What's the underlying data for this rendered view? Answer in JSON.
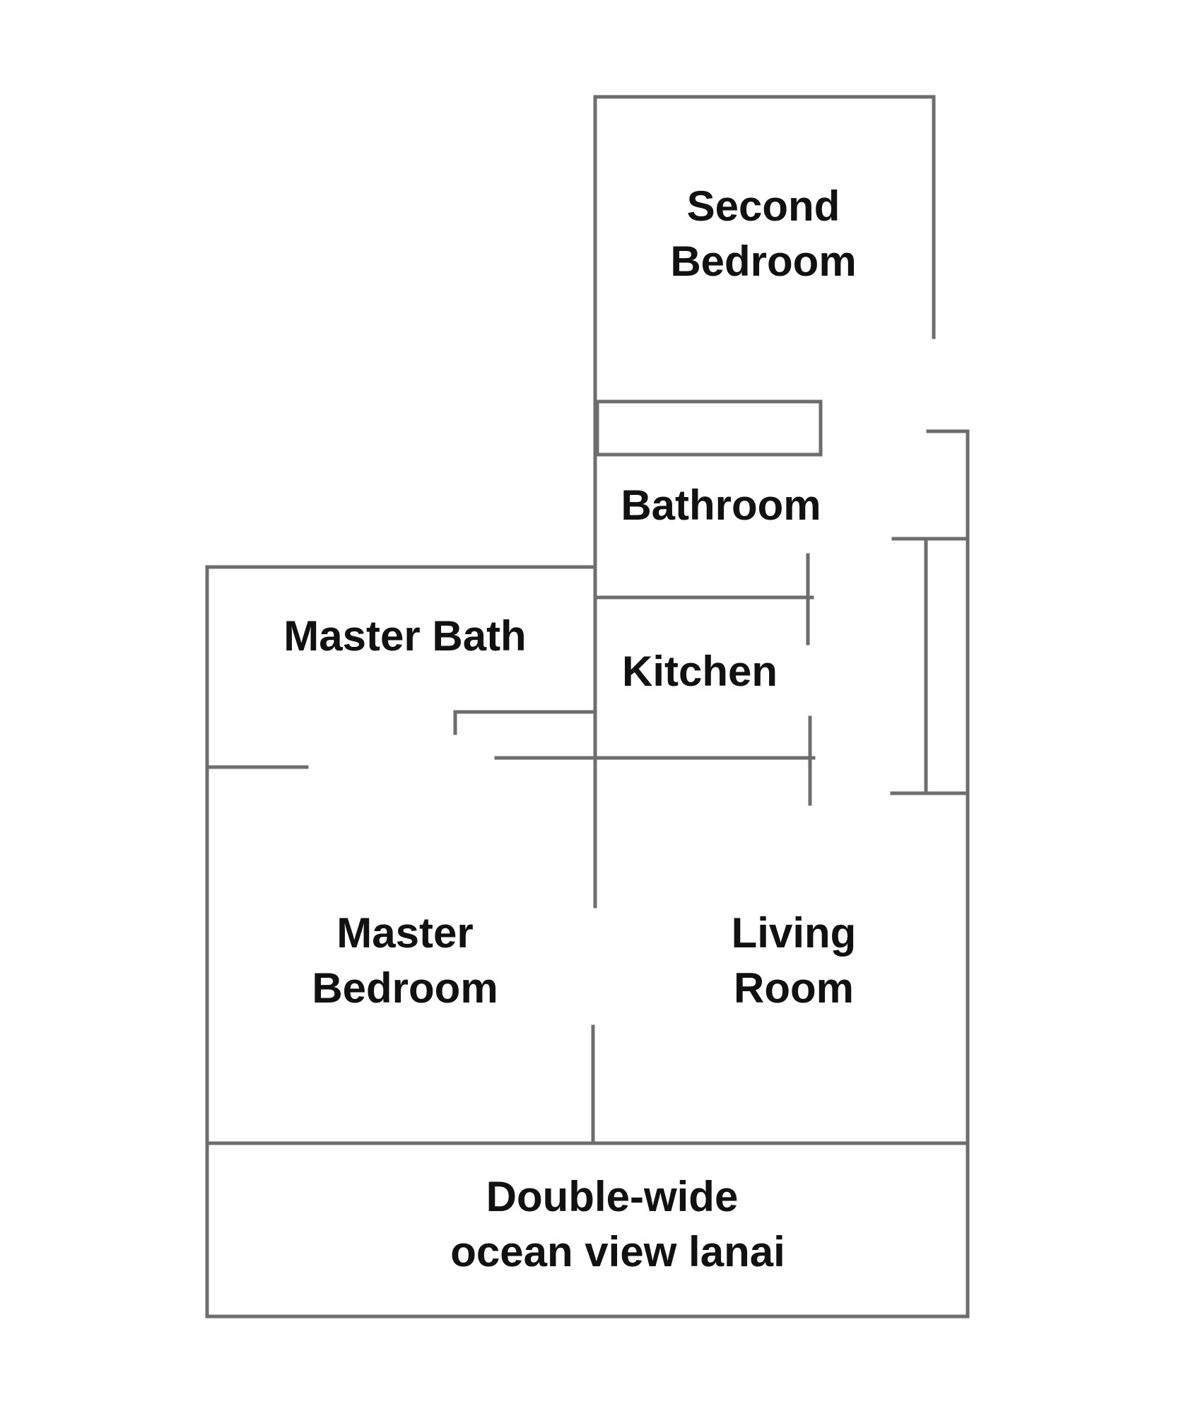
{
  "colors": {
    "background": "#ffffff",
    "wall": "#6d6d6d",
    "label": "#111111"
  },
  "rooms": {
    "second_bedroom": {
      "line1": "Second",
      "line2": "Bedroom"
    },
    "bathroom": {
      "line1": "Bathroom"
    },
    "master_bath": {
      "line1": "Master Bath"
    },
    "kitchen": {
      "line1": "Kitchen"
    },
    "master_bedroom": {
      "line1": "Master",
      "line2": "Bedroom"
    },
    "living_room": {
      "line1": "Living",
      "line2": "Room"
    },
    "lanai": {
      "line1": "Double-wide",
      "line2": "ocean view lanai"
    }
  }
}
